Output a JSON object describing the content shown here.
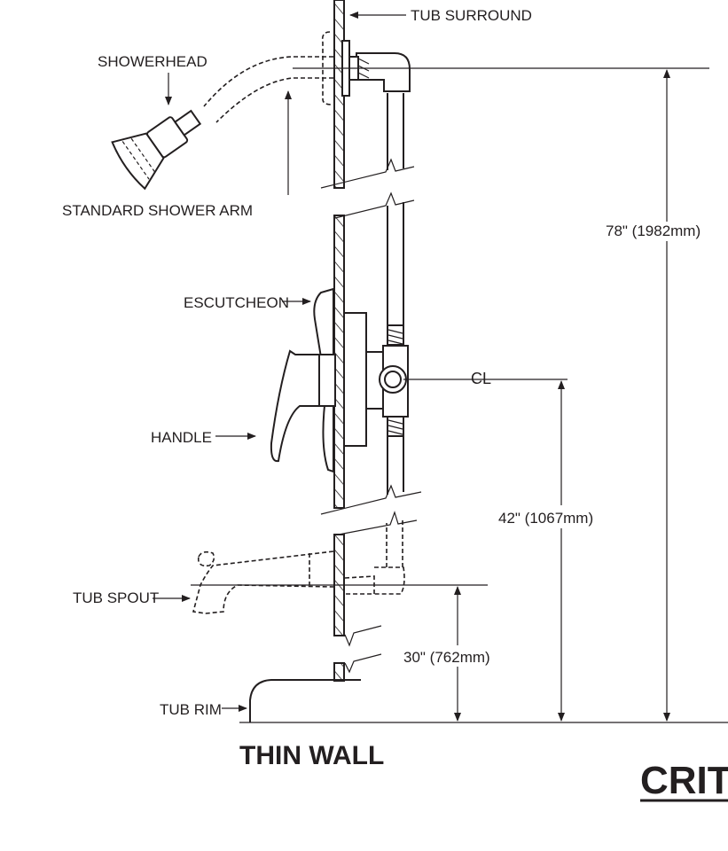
{
  "title": "THIN WALL",
  "corner_heading": "CRIT",
  "labels": {
    "tub_surround": "TUB SURROUND",
    "showerhead": "SHOWERHEAD",
    "shower_arm": "STANDARD SHOWER ARM",
    "escutcheon": "ESCUTCHEON",
    "handle": "HANDLE",
    "tub_spout": "TUB SPOUT",
    "tub_rim": "TUB RIM",
    "centerline": "CL"
  },
  "dimensions": {
    "showerhead_height": "78\" (1982mm)",
    "valve_height": "42\" (1067mm)",
    "spout_height": "30\" (762mm)"
  }
}
